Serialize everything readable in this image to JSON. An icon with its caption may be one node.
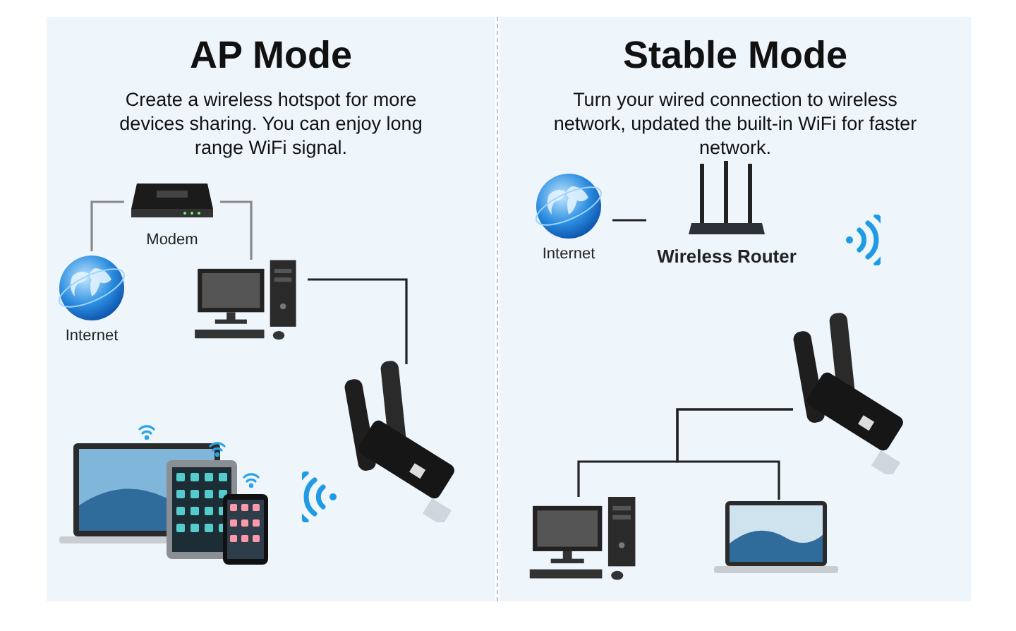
{
  "diagram": {
    "nodes": [
      {
        "text": [
          "AP Mode",
          "Create a wireless hotspot for more devices sharing. You can enjoy long range WiFi signal."
        ]
      },
      {
        "text": [
          "Modem"
        ],
        "in": 0
      },
      {
        "text": [
          "Internet"
        ],
        "in": 0
      },
      {
        "text": [],
        "shape": "picture",
        "in": 0
      },
      {
        "text": [],
        "shape": "picture",
        "in": 0
      },
      {
        "text": [],
        "shape": "picture",
        "in": 0
      },
      {
        "text": [
          "Stable Mode",
          "Turn your wired connection to wireless network, updated the built-in WiFi for faster network."
        ]
      },
      {
        "text": [
          "Internet"
        ],
        "in": 6
      },
      {
        "text": [
          "Wireless Router"
        ],
        "in": 6
      },
      {
        "text": [],
        "shape": "picture",
        "in": 6
      },
      {
        "text": [],
        "shape": "picture",
        "in": 6
      },
      {
        "text": [],
        "shape": "picture",
        "in": 6
      }
    ],
    "edges": [
      {
        "from": 2,
        "to": 1,
        "arrow": "none",
        "color": "#888888"
      },
      {
        "from": 1,
        "to": 3,
        "arrow": "none",
        "color": "#888888"
      },
      {
        "from": 3,
        "to": 4,
        "arrow": "none"
      },
      {
        "from": 7,
        "to": 8,
        "arrow": "none"
      },
      {
        "from": 9,
        "to": 10,
        "arrow": "none"
      },
      {
        "from": 9,
        "to": 11,
        "arrow": "none"
      }
    ]
  }
}
